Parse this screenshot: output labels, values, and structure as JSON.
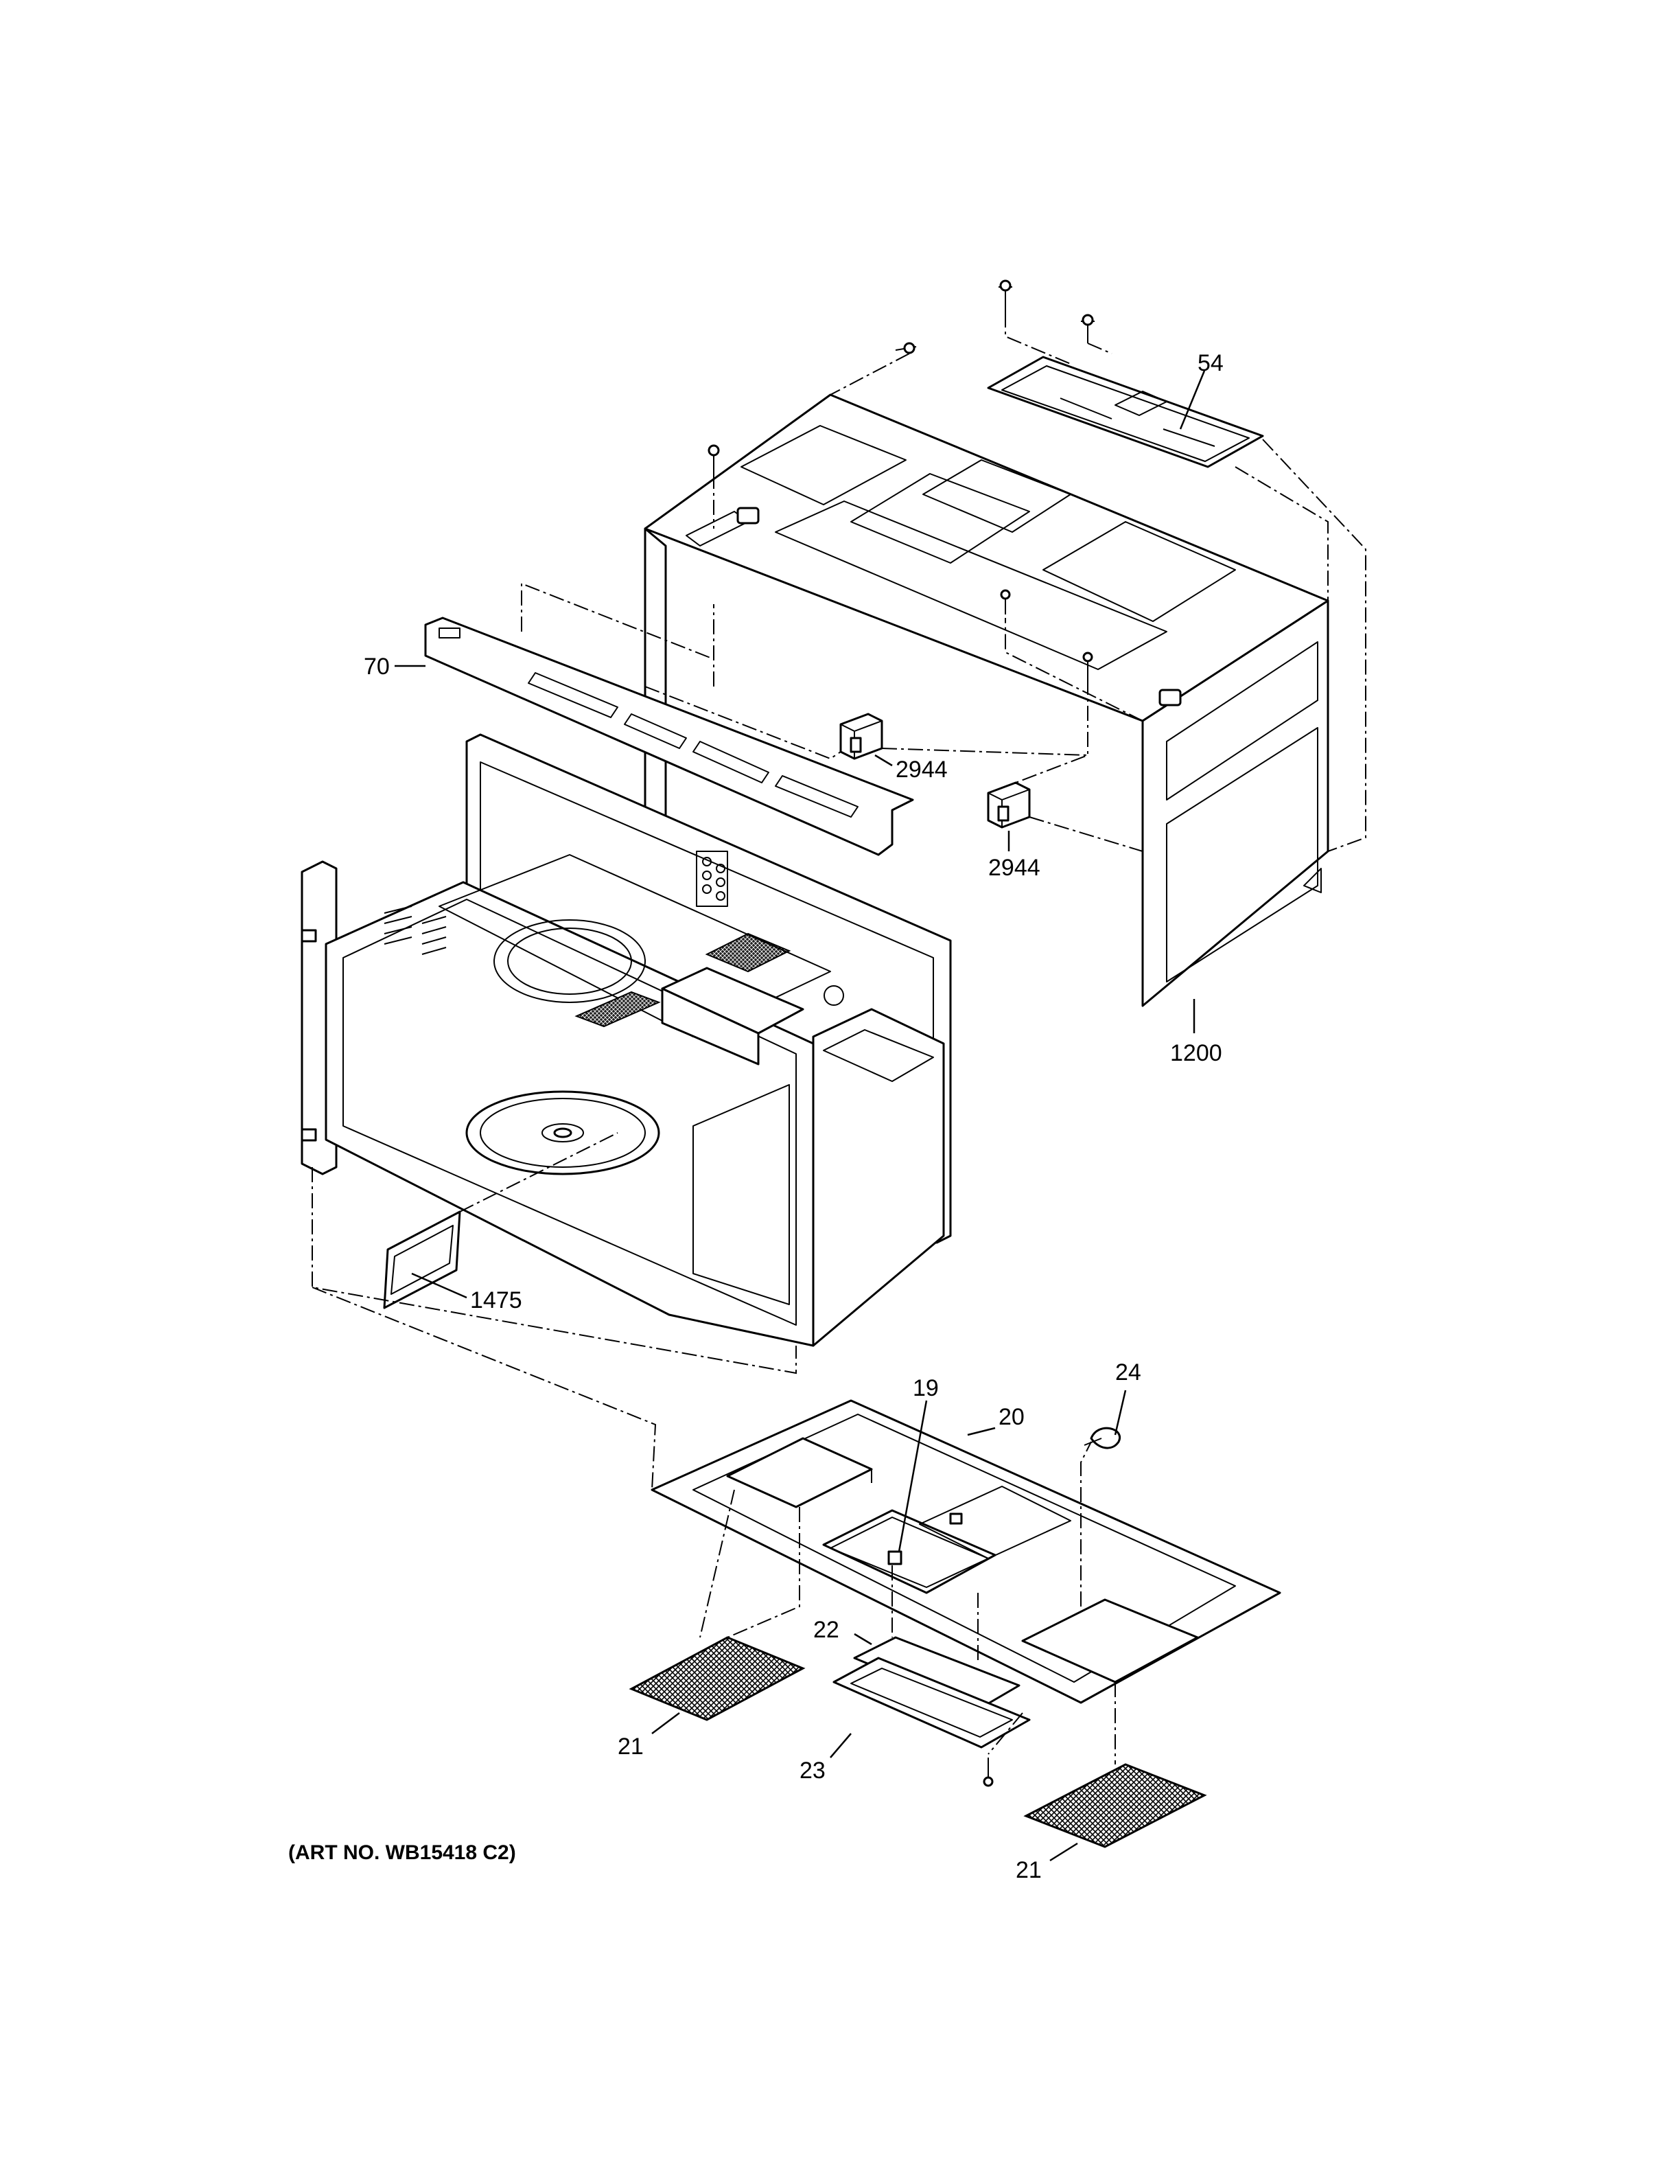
{
  "art_number": "(ART NO. WB15418 C2)",
  "callouts": {
    "c54": "54",
    "c70": "70",
    "c2944a": "2944",
    "c2944b": "2944",
    "c1200": "1200",
    "c1475": "1475",
    "c19": "19",
    "c20": "20",
    "c24": "24",
    "c22": "22",
    "c21a": "21",
    "c23": "23",
    "c21b": "21"
  }
}
